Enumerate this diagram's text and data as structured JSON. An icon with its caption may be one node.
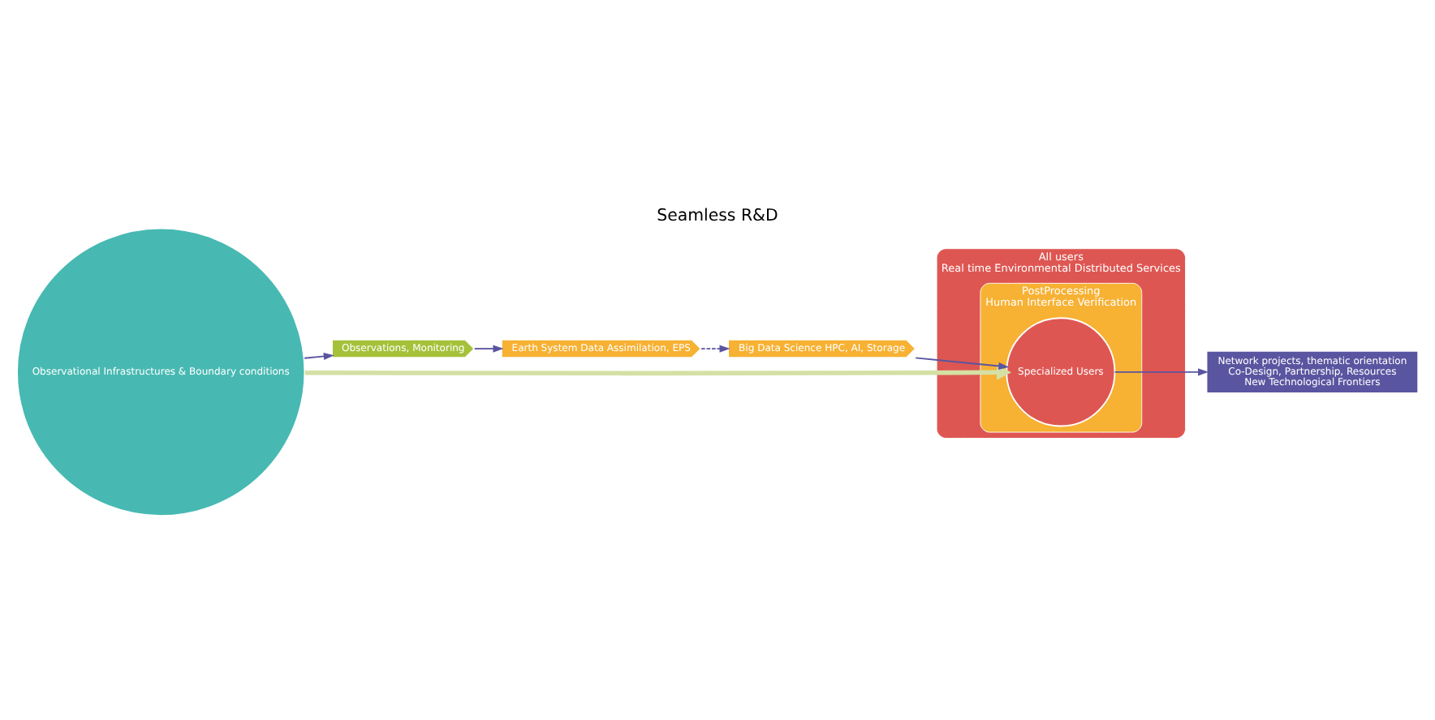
{
  "diagram": {
    "title": "Seamless R&D",
    "nodes": [
      {
        "text": [
          "Observational Infrastructures & Boundary conditions"
        ]
      },
      {
        "text": [
          "Observations, Monitoring"
        ]
      },
      {
        "text": [
          "Earth System Data Assimilation, EPS"
        ]
      },
      {
        "text": [
          "Big Data Science HPC, AI, Storage"
        ]
      },
      {
        "text": [
          "All users",
          "Real time Environmental Distributed Services"
        ]
      },
      {
        "text": [
          "PostProcessing",
          "Human Interface Verification"
        ],
        "in": 4
      },
      {
        "text": [
          "Specialized Users"
        ],
        "in": 5
      },
      {
        "text": [
          "Network projects, thematic orientation",
          "Co-Design, Partnership, Resources",
          "New Technological Frontiers"
        ]
      }
    ],
    "edges": [
      {
        "from": 0,
        "to": 1,
        "arrow": "to"
      },
      {
        "from": 1,
        "to": 2,
        "arrow": "to"
      },
      {
        "from": 2,
        "to": 3,
        "arrow": "to",
        "style": "dashed"
      },
      {
        "from": 3,
        "to": 6,
        "arrow": "to"
      },
      {
        "from": 0,
        "to": 6,
        "arrow": "to",
        "style": "thick",
        "color": "#d4e0a4"
      },
      {
        "from": 6,
        "to": 7,
        "arrow": "to"
      }
    ]
  }
}
